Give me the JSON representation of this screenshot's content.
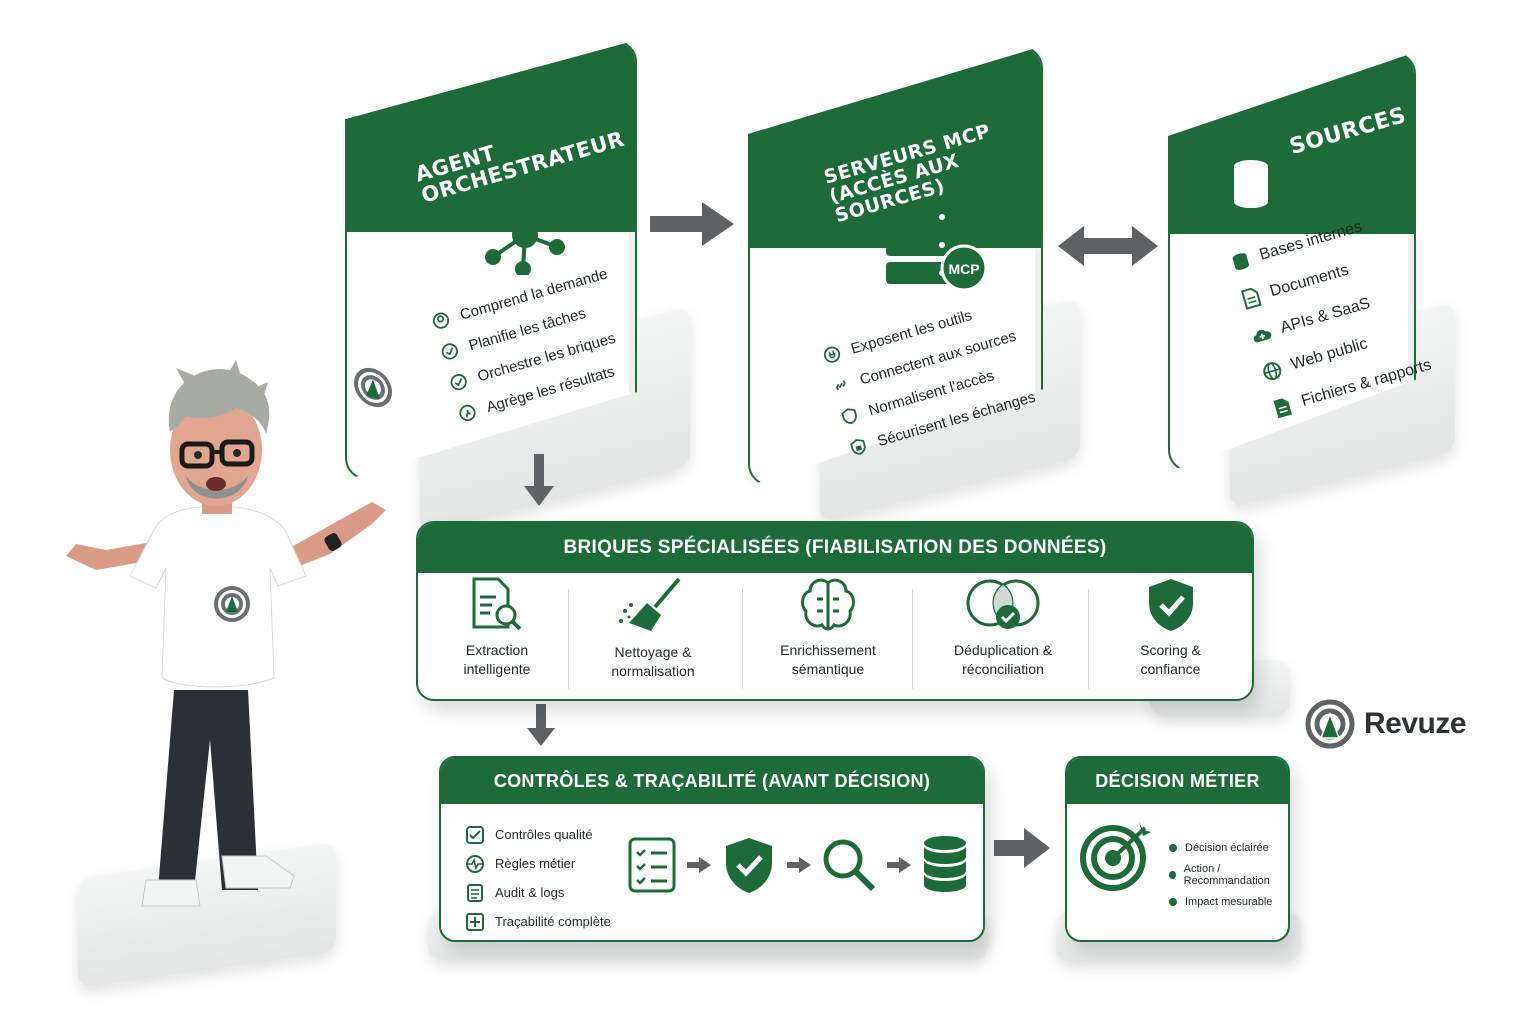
{
  "agent": {
    "title_line1": "AGENT",
    "title_line2": "ORCHESTRATEUR",
    "items": [
      "Comprend la demande",
      "Planifie les tâches",
      "Orchestre les briques",
      "Agrège les résultats"
    ]
  },
  "mcp": {
    "title_line1": "SERVEURS MCP",
    "title_line2": "(ACCÈS AUX SOURCES)",
    "badge": "MCP",
    "items": [
      "Exposent les outils",
      "Connectent aux sources",
      "Normalisent l'accès",
      "Sécurisent les échanges"
    ]
  },
  "sources": {
    "title": "SOURCES",
    "items": [
      "Bases internes",
      "Documents",
      "APIs & SaaS",
      "Web public",
      "Fichiers & rapports"
    ]
  },
  "bricks": {
    "title": "BRIQUES SPÉCIALISÉES (FIABILISATION DES DONNÉES)",
    "items": [
      {
        "line1": "Extraction",
        "line2": "intelligente",
        "icon": "document-search-icon"
      },
      {
        "line1": "Nettoyage &",
        "line2": "normalisation",
        "icon": "broom-icon"
      },
      {
        "line1": "Enrichissement",
        "line2": "sémantique",
        "icon": "brain-icon"
      },
      {
        "line1": "Déduplication &",
        "line2": "réconciliation",
        "icon": "venn-check-icon"
      },
      {
        "line1": "Scoring &",
        "line2": "confiance",
        "icon": "shield-check-icon"
      }
    ]
  },
  "controls": {
    "title": "CONTRÔLES & TRAÇABILITÉ (AVANT DÉCISION)",
    "items": [
      "Contrôles qualité",
      "Règles métier",
      "Audit & logs",
      "Traçabilité complète"
    ]
  },
  "decision": {
    "title": "DÉCISION MÉTIER",
    "items": [
      "Décision éclairée",
      "Action / Recommandation",
      "Impact mesurable"
    ]
  },
  "brand": {
    "name": "Revuze"
  },
  "colors": {
    "primary": "#1e6b3a",
    "arrow": "#5f6366",
    "plate": "#e6e8e8"
  }
}
